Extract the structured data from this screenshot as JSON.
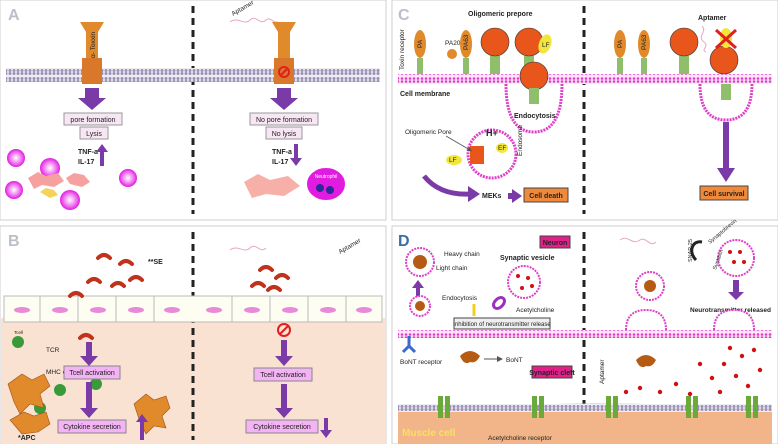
{
  "panels": {
    "a": {
      "letter": "A"
    },
    "b": {
      "letter": "B"
    },
    "c": {
      "letter": "C"
    },
    "d": {
      "letter": "D"
    }
  },
  "panel_a": {
    "toxin_label": "α- Toxxin",
    "aptamer": "Aptamer",
    "left": {
      "box_top": "pore formation",
      "box_bottom": "Lysis",
      "cyt1": "TNF-a",
      "cyt2": "IL-17"
    },
    "right": {
      "box_top": "No pore formation",
      "box_bottom": "No lysis",
      "cyt1": "TNF-a",
      "cyt2": "IL-17",
      "cell": "Neutrophil"
    }
  },
  "panel_b": {
    "se": "**SE",
    "tcr": "TCR",
    "mhc": "MHC class II",
    "apc": "*APC",
    "tcell": "Tcell",
    "activation": "Tcell activation",
    "cytokine": "Cytokine secretion",
    "aptamer": "Aptamer"
  },
  "panel_c": {
    "oligomeric_prepore": "Oligomeric prepore",
    "toxin_receptor": "Toxin receptor",
    "pa": "PA",
    "pa20": "PA20",
    "pa63": "PA63",
    "lf": "LF",
    "ef": "EF",
    "cell_membrane": "Cell membrane",
    "endocytosis": "Endocytosis",
    "endosome": "Endosome",
    "oligomeric_pore": "Oligomeric Pore",
    "hplus": "H+",
    "meks": "MEKs",
    "cell_death": "Cell death",
    "aptamer": "Aptamer",
    "cell_survival": "Cell survival"
  },
  "panel_d": {
    "neuron": "Neuron",
    "heavy_chain": "Heavy chain",
    "light_chain": "Light chain",
    "synaptic_vesicle": "Synaptic vesicle",
    "endocytosis": "Endocytosis",
    "acetylcholine": "Acetylcholine",
    "inhibition": "Inhibition of neurotransmitter release",
    "bont_receptor": "BoNT receptor",
    "bont": "BoNT",
    "synaptic_cleft": "Synaptic cleft",
    "muscle_cell": "Muscle cell",
    "ach_receptor": "Acetylcholine receptor",
    "aptamer": "Aptamer",
    "snap25": "SNAP-25",
    "synaptobrevin": "Synaptobrevin",
    "syntaxin": "Syntaxin",
    "nt_released": "Neurotransmitter released"
  },
  "colors": {
    "membrane_pink": "#e040c8",
    "box_pink": "#f4b3f4",
    "arrow_purple": "#7a3aa8",
    "toxin_orange": "#e08a2c",
    "lf_yellow": "#f2e63a",
    "cell_death_orange": "#f08a3a",
    "receptor_green": "#8fbf6a",
    "tissue_peach": "#f9e2d2"
  }
}
